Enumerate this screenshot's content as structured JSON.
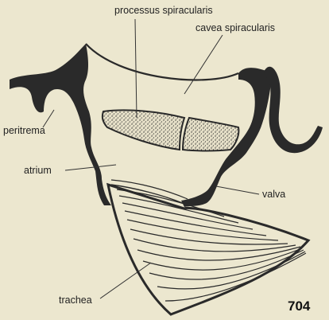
{
  "labels": {
    "processus": "processus spiracularis",
    "cavea": "cavea spiracularis",
    "peritrema": "peritrema",
    "atrium": "atrium",
    "valva": "valva",
    "trachea": "trachea"
  },
  "figure_number": "704",
  "colors": {
    "background": "#ece7cf",
    "ink": "#2a2a2a",
    "stipple_fill": "#e2dcc4"
  }
}
